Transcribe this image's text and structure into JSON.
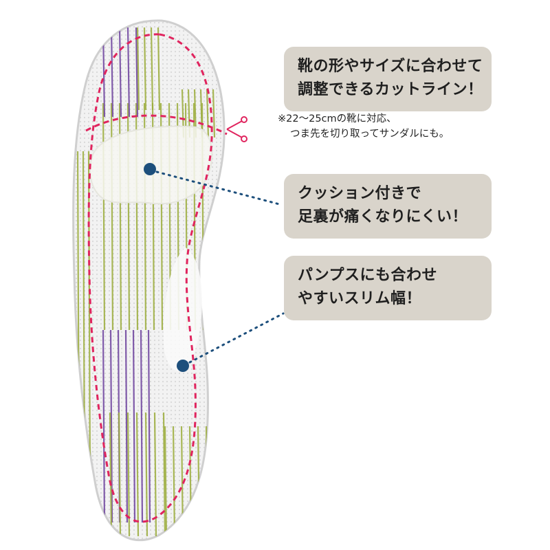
{
  "callouts": [
    {
      "lines": [
        "靴の形やサイズに合わせて",
        "調整できるカットライン！"
      ]
    },
    {
      "lines": [
        "クッション付きで",
        "足裏が痛くなりにくい！"
      ]
    },
    {
      "lines": [
        "パンプスにも合わせ",
        "やすいスリム幅！"
      ]
    }
  ],
  "note": {
    "lines": [
      "※22〜25cmの靴に対応、",
      "つま先を切り取ってサンダルにも。"
    ]
  },
  "colors": {
    "callout_bg": "#d9d4cb",
    "cut_line": "#e0245e",
    "marker": "#1d4f7c",
    "stripe_green": "#9aab3a",
    "stripe_purple": "#6b3f9c"
  },
  "icons": [
    "scissors-icon",
    "marker-dot-icon"
  ]
}
